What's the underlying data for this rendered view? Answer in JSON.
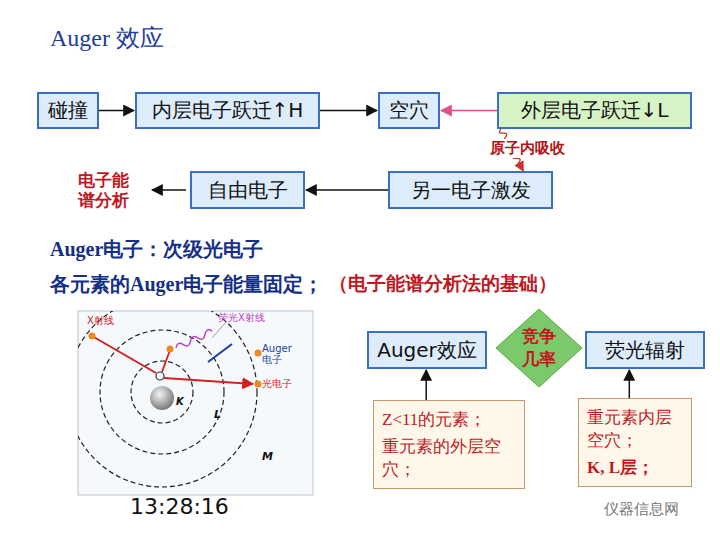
{
  "diagram": {
    "title": "Auger 效应",
    "nodes": [
      {
        "text": [
          "碰撞"
        ]
      },
      {
        "text": [
          "内层电子跃迁↑H"
        ]
      },
      {
        "text": [
          "空穴"
        ]
      },
      {
        "text": [
          "外层电子跃迁↓L"
        ]
      },
      {
        "text": [
          "自由电子"
        ]
      },
      {
        "text": [
          "另一电子激发"
        ]
      },
      {
        "text": [
          "Auger效应"
        ]
      },
      {
        "text": [
          "竞争 几率"
        ]
      },
      {
        "text": [
          "荧光辐射"
        ]
      },
      {
        "text": [
          "Z<11的元素；",
          "重元素的外层空穴；"
        ]
      },
      {
        "text": [
          "重元素内层空穴；",
          "K, L层；"
        ]
      }
    ],
    "edges": [
      {
        "from": 0,
        "to": 1,
        "arrow": "to"
      },
      {
        "from": 1,
        "to": 2,
        "arrow": "to"
      },
      {
        "from": 3,
        "to": 2,
        "arrow": "to"
      },
      {
        "from": 3,
        "to": 5,
        "label": "原子内吸收",
        "arrow": "to"
      },
      {
        "from": 5,
        "to": 4,
        "arrow": "to"
      },
      {
        "from": 9,
        "to": 6,
        "arrow": "to"
      },
      {
        "from": 10,
        "to": 8,
        "arrow": "to"
      }
    ],
    "labels": [
      "电子能谱分析",
      "Auger电子：次级光电子",
      "各元素的Auger电子能量固定；",
      "（电子能谱分析法的基础）",
      "X射线",
      "荧光X射线",
      "Auger 电子",
      "光电子",
      "K",
      "L",
      "M",
      "13:28:16",
      "仪器信息网"
    ]
  }
}
